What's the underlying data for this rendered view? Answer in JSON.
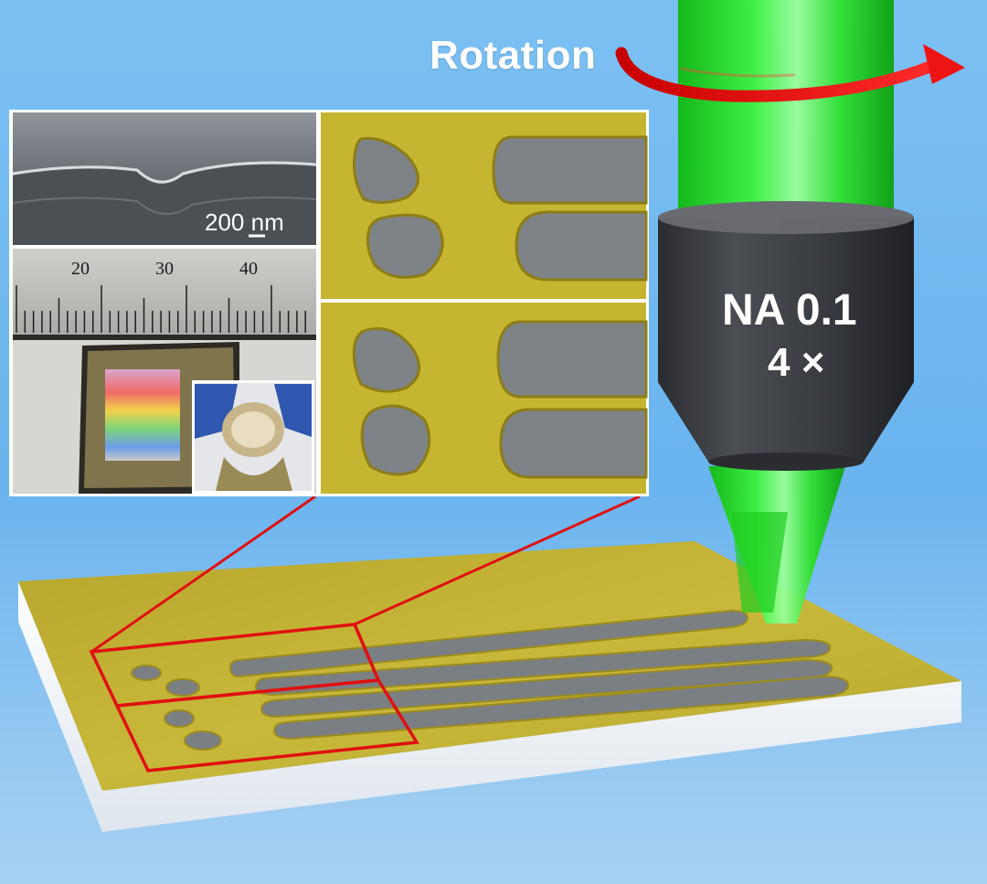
{
  "labels": {
    "rotation": "Rotation",
    "objective_na": "NA 0.1",
    "objective_mag": "4 ×",
    "scale_bar": "200 nm"
  },
  "ruler": {
    "numbers": [
      "20",
      "30",
      "40"
    ]
  },
  "colors": {
    "background_top": "#8ec9f2",
    "background_bottom": "#5ea8e8",
    "gold_film": "#c9b93a",
    "beam_green": "#2be02b",
    "highlight_red": "#e01010",
    "objective_body": "#3a3d42"
  }
}
